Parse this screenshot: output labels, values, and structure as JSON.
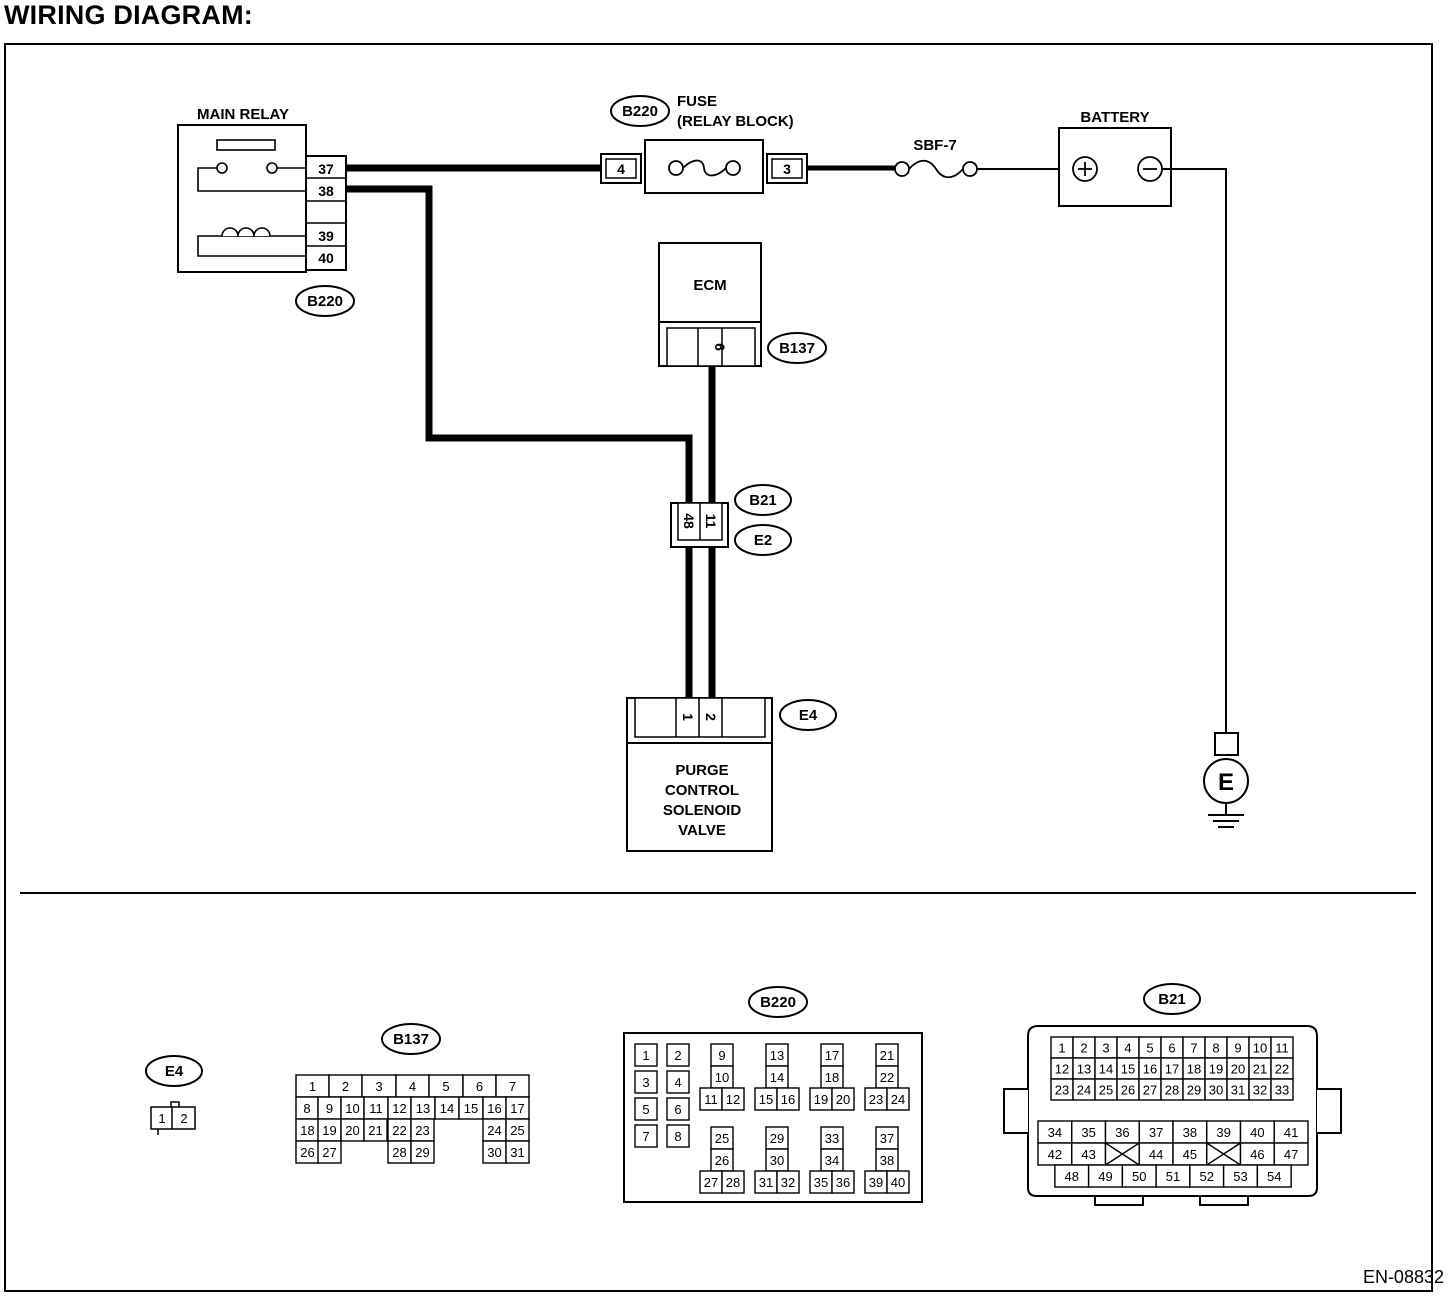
{
  "title": "WIRING DIAGRAM:",
  "doc_code": "EN-08832",
  "components": {
    "main_relay": {
      "label": "MAIN RELAY",
      "connector": "B220",
      "pins": [
        "37",
        "38",
        "39",
        "40"
      ]
    },
    "fuse": {
      "label_line1": "FUSE",
      "label_line2": "(RELAY BLOCK)",
      "connector": "B220",
      "pin_in": "4",
      "pin_out": "3"
    },
    "sbf": {
      "label": "SBF-7"
    },
    "battery": {
      "label": "BATTERY",
      "plus": "+",
      "minus": "−"
    },
    "ecm": {
      "label": "ECM",
      "connector": "B137",
      "pin": "6"
    },
    "junction": {
      "connector_top": "B21",
      "connector_bottom": "E2",
      "pin_left": "48",
      "pin_right": "11"
    },
    "valve": {
      "label_lines": [
        "PURGE",
        "CONTROL",
        "SOLENOID",
        "VALVE"
      ],
      "connector": "E4",
      "pin_left": "1",
      "pin_right": "2"
    },
    "ground": {
      "label": "E"
    }
  },
  "connector_views": {
    "e4": {
      "name": "E4",
      "pins": [
        "1",
        "2"
      ]
    },
    "b137": {
      "name": "B137",
      "rows": [
        [
          "1",
          "2",
          "3",
          "4",
          "5",
          "6",
          "7"
        ],
        [
          "8",
          "9",
          "10",
          "11",
          "12",
          "13",
          "14",
          "15",
          "16",
          "17"
        ],
        [
          "18",
          "19",
          "20",
          "21",
          "22",
          "23",
          "24",
          "25"
        ],
        [
          "26",
          "27",
          "28",
          "29",
          "30",
          "31"
        ]
      ]
    },
    "b220": {
      "name": "B220",
      "pins": [
        "1",
        "2",
        "3",
        "4",
        "5",
        "6",
        "7",
        "8",
        "9",
        "10",
        "11",
        "12",
        "13",
        "14",
        "15",
        "16",
        "17",
        "18",
        "19",
        "20",
        "21",
        "22",
        "23",
        "24",
        "25",
        "26",
        "27",
        "28",
        "29",
        "30",
        "31",
        "32",
        "33",
        "34",
        "35",
        "36",
        "37",
        "38",
        "39",
        "40"
      ]
    },
    "b21": {
      "name": "B21",
      "rows": [
        [
          "1",
          "2",
          "3",
          "4",
          "5",
          "6",
          "7",
          "8",
          "9",
          "10",
          "11"
        ],
        [
          "12",
          "13",
          "14",
          "15",
          "16",
          "17",
          "18",
          "19",
          "20",
          "21",
          "22"
        ],
        [
          "23",
          "24",
          "25",
          "26",
          "27",
          "28",
          "29",
          "30",
          "31",
          "32",
          "33"
        ],
        [
          "34",
          "35",
          "36",
          "37",
          "38",
          "39",
          "40",
          "41"
        ],
        [
          "42",
          "43",
          "44",
          "45",
          "46",
          "47"
        ],
        [
          "48",
          "49",
          "50",
          "51",
          "52",
          "53",
          "54"
        ]
      ]
    }
  }
}
